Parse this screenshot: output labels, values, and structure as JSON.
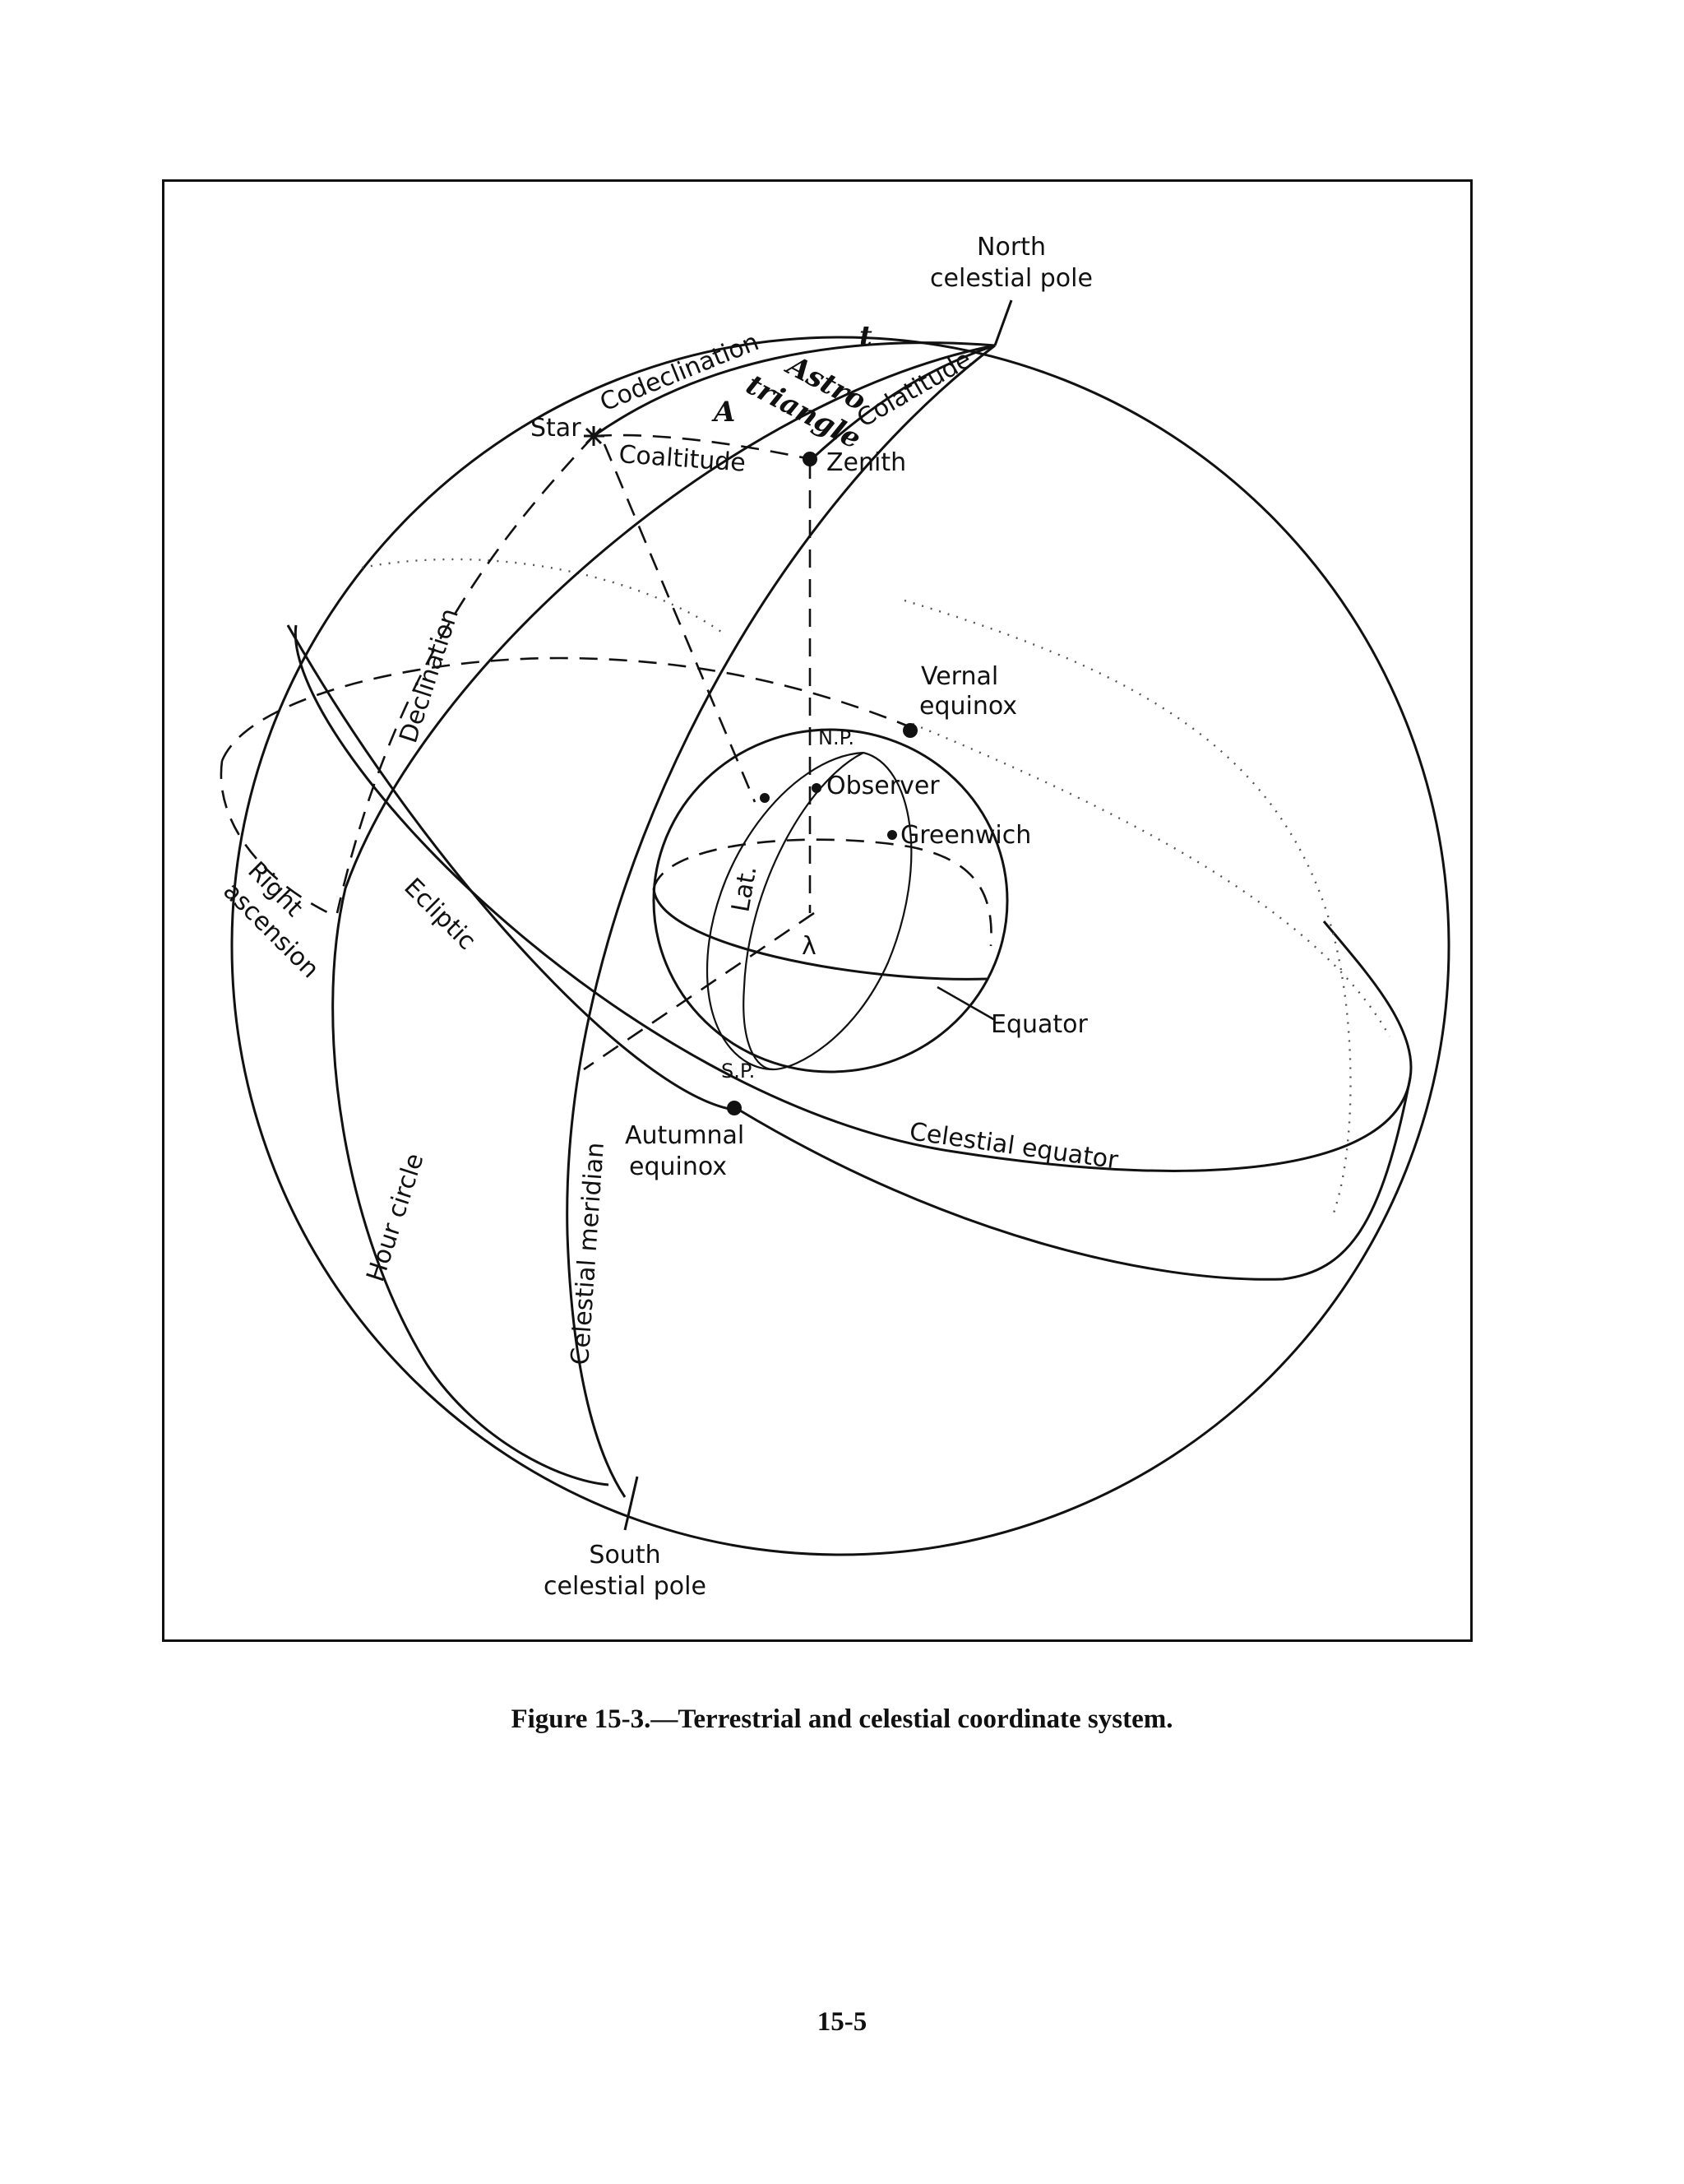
{
  "labels": {
    "north_pole_1": "North",
    "north_pole_2": "celestial pole",
    "codeclination": "Codeclination",
    "astro_1": "Astro",
    "astro_2": "triangle",
    "t_symbol": "t",
    "a_symbol": "A",
    "colatitude": "Colatitude",
    "star": "Star",
    "coaltitude": "Coaltitude",
    "zenith": "Zenith",
    "declination": "Declination",
    "vernal_1": "Vernal",
    "vernal_2": "equinox",
    "np": "N.P.",
    "observer": "Observer",
    "greenwich": "Greenwich",
    "right_asc_1": "Right",
    "right_asc_2": "ascension",
    "ecliptic": "Ecliptic",
    "lat": "Lat.",
    "lambda": "λ",
    "equator": "Equator",
    "sp": "S.P.",
    "autumnal_1": "Autumnal",
    "autumnal_2": "equinox",
    "celestial_equator": "Celestial equator",
    "hour_circle": "Hour circle",
    "celestial_meridian": "Celestial meridian",
    "south_pole_1": "South",
    "south_pole_2": "celestial pole"
  },
  "caption": "Figure 15-3.—Terrestrial and celestial coordinate system.",
  "page_number": "15-5"
}
